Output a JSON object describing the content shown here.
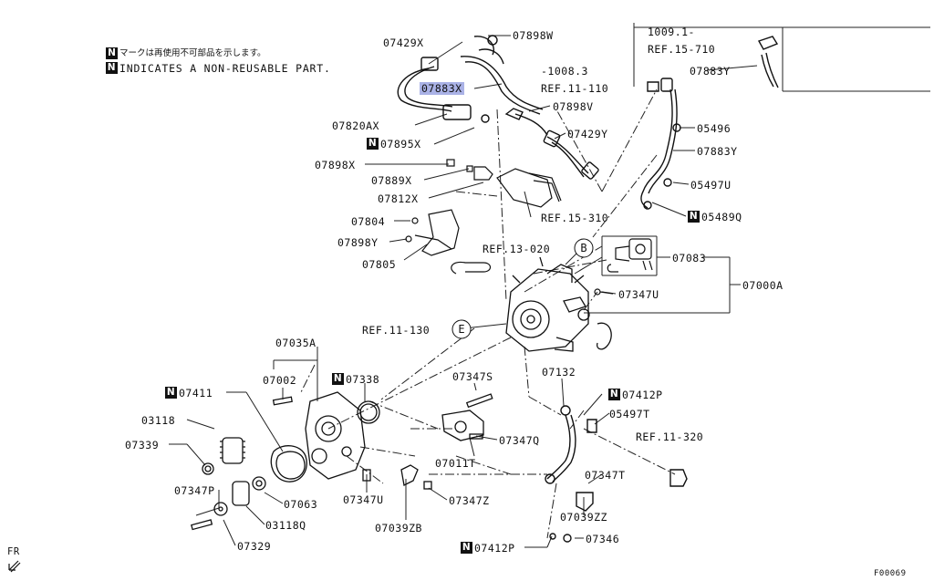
{
  "notes": {
    "marker": "N",
    "japanese": "マークは再使用不可部品を示します。",
    "english": "INDICATES A NON-REUSABLE PART."
  },
  "corner": {
    "direction": "FR",
    "figure_code": "F00069"
  },
  "circles": {
    "b": "B",
    "e": "E"
  },
  "highlight_color": "#aab2e6",
  "labels": {
    "p07429x": "07429X",
    "p07898w": "07898W",
    "p07883x": "07883X",
    "p07820ax": "07820AX",
    "p07895x": "07895X",
    "p07898v": "07898V",
    "p07429y": "07429Y",
    "p07898x": "07898X",
    "p07889x": "07889X",
    "p07812x": "07812X",
    "p07804": "07804",
    "p07898y": "07898Y",
    "p07805": "07805",
    "ref15310": "REF.15-310",
    "ref13020": "REF.13-020",
    "r10083": "-1008.3",
    "ref11110": "REF.11-110",
    "r10091": "1009.1-",
    "ref15710": "REF.15-710",
    "p07883y_top": "07883Y",
    "p05496": "05496",
    "p07883y": "07883Y",
    "p05497u": "05497U",
    "p05489q": "05489Q",
    "p07083": "07083",
    "p07000a": "07000A",
    "p07347u_r": "07347U",
    "ref11130": "REF.11-130",
    "p07035a": "07035A",
    "p07002": "07002",
    "p07338": "07338",
    "p07347s": "07347S",
    "p07132": "07132",
    "p07412p_r": "07412P",
    "p07411": "07411",
    "p03118": "03118",
    "p07339": "07339",
    "p05497t": "05497T",
    "ref11320": "REF.11-320",
    "p07347q": "07347Q",
    "p07011t": "07011T",
    "p07347t": "07347T",
    "p07347p": "07347P",
    "p07063": "07063",
    "p07347u_b": "07347U",
    "p07347z": "07347Z",
    "p07039zz": "07039ZZ",
    "p03118q": "03118Q",
    "p07039zb": "07039ZB",
    "p07329": "07329",
    "p07412p_b": "07412P",
    "p07346": "07346"
  }
}
